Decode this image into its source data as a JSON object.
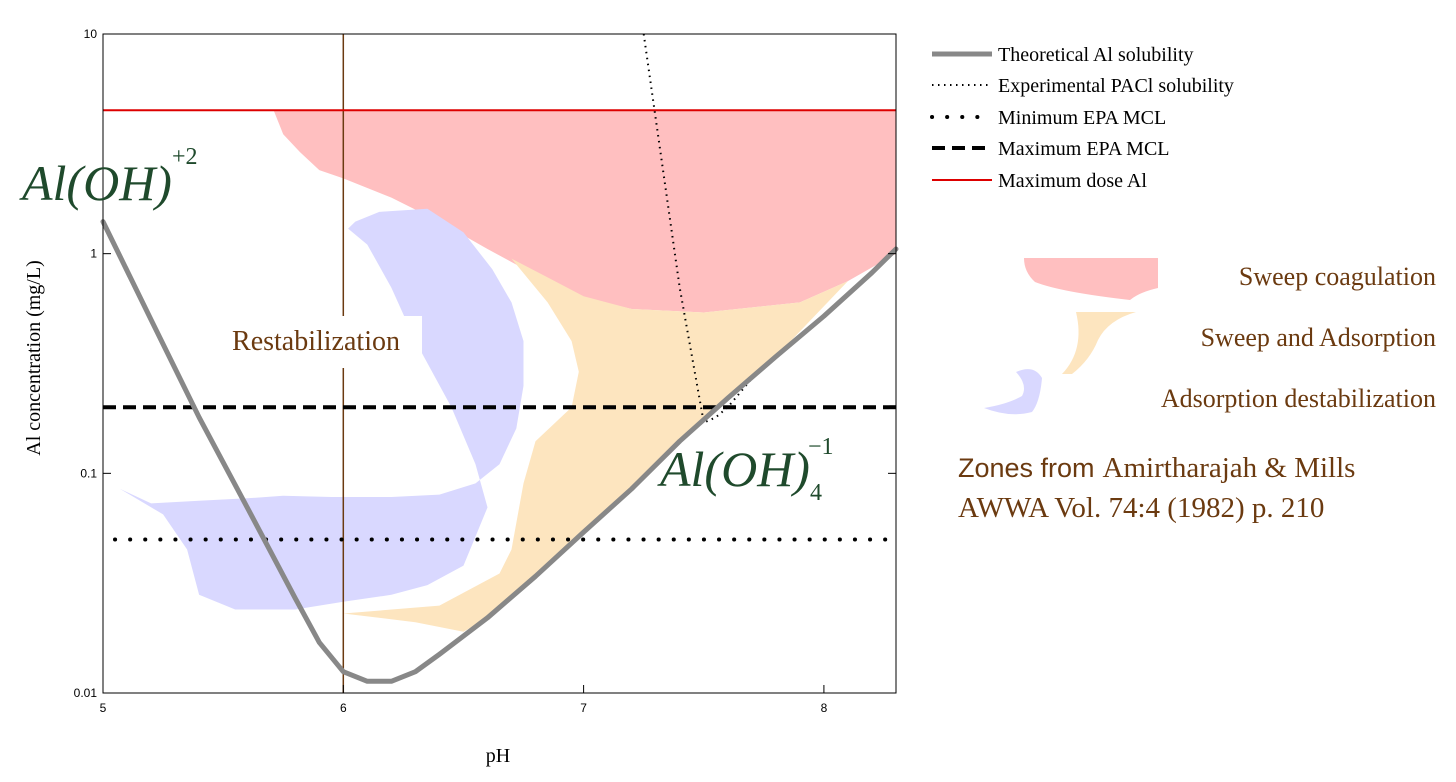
{
  "chart_data": {
    "type": "line",
    "xlabel": "pH",
    "ylabel": "Al concentration (mg/L)",
    "xlim": [
      5,
      8.3
    ],
    "ylim": [
      0.01,
      10
    ],
    "yscale": "log",
    "x_ticks": [
      "5",
      "6",
      "7",
      "8"
    ],
    "y_ticks": [
      "0.01",
      "0.1",
      "1",
      "10"
    ],
    "grid": false,
    "series": [
      {
        "name": "Theoretical Al solubility",
        "color": "#888888",
        "x": [
          5.0,
          5.2,
          5.4,
          5.6,
          5.8,
          5.9,
          6.0,
          6.1,
          6.2,
          6.3,
          6.4,
          6.6,
          6.8,
          7.0,
          7.2,
          7.4,
          7.6,
          7.8,
          8.0,
          8.2,
          8.3
        ],
        "y": [
          1.4,
          0.5,
          0.18,
          0.07,
          0.027,
          0.017,
          0.0125,
          0.0113,
          0.0113,
          0.0125,
          0.015,
          0.022,
          0.034,
          0.054,
          0.085,
          0.14,
          0.22,
          0.34,
          0.52,
          0.82,
          1.05
        ]
      },
      {
        "name": "Experimental PACl solubility",
        "color": "#000000",
        "x": [
          7.25,
          7.4,
          7.5,
          7.55,
          7.6,
          7.7,
          7.8,
          8.0,
          8.2,
          8.3
        ],
        "y": [
          10,
          0.7,
          0.17,
          0.18,
          0.2,
          0.27,
          0.34,
          0.52,
          0.82,
          1.05
        ]
      },
      {
        "name": "Minimum EPA MCL",
        "color": "#000000",
        "x": [
          5.05,
          8.3
        ],
        "y": [
          0.05,
          0.05
        ]
      },
      {
        "name": "Maximum EPA MCL",
        "color": "#000000",
        "x": [
          5.0,
          8.3
        ],
        "y": [
          0.2,
          0.2
        ]
      },
      {
        "name": "Maximum dose Al",
        "color": "#dd0000",
        "x": [
          5.0,
          8.3
        ],
        "y": [
          4.5,
          4.5
        ]
      }
    ],
    "vline": {
      "x": 6.0,
      "color": "#6b3a10"
    },
    "regions": [
      {
        "name": "Sweep coagulation",
        "color": "#ffbfc0",
        "points": [
          [
            5.71,
            4.5
          ],
          [
            8.3,
            4.5
          ],
          [
            8.3,
            1.0
          ],
          [
            8.1,
            0.75
          ],
          [
            7.9,
            0.6
          ],
          [
            7.5,
            0.54
          ],
          [
            7.2,
            0.56
          ],
          [
            7.0,
            0.63
          ],
          [
            6.8,
            0.8
          ],
          [
            6.6,
            1.05
          ],
          [
            6.4,
            1.4
          ],
          [
            6.2,
            1.8
          ],
          [
            6.0,
            2.2
          ],
          [
            5.9,
            2.4
          ],
          [
            5.82,
            2.9
          ],
          [
            5.75,
            3.5
          ]
        ]
      },
      {
        "name": "Sweep and Adsorption",
        "color": "#fde5bf",
        "points": [
          [
            6.7,
            0.95
          ],
          [
            6.85,
            0.78
          ],
          [
            7.0,
            0.64
          ],
          [
            7.2,
            0.56
          ],
          [
            7.5,
            0.54
          ],
          [
            7.9,
            0.6
          ],
          [
            8.1,
            0.75
          ],
          [
            7.8,
            0.34
          ],
          [
            7.6,
            0.22
          ],
          [
            7.4,
            0.14
          ],
          [
            7.2,
            0.085
          ],
          [
            7.0,
            0.054
          ],
          [
            6.8,
            0.034
          ],
          [
            6.6,
            0.022
          ],
          [
            6.5,
            0.019
          ],
          [
            6.3,
            0.021
          ],
          [
            6.0,
            0.023
          ],
          [
            6.4,
            0.025
          ],
          [
            6.65,
            0.035
          ],
          [
            6.7,
            0.045
          ],
          [
            6.75,
            0.09
          ],
          [
            6.8,
            0.14
          ],
          [
            6.95,
            0.2
          ],
          [
            6.98,
            0.29
          ],
          [
            6.95,
            0.4
          ],
          [
            6.85,
            0.6
          ]
        ]
      },
      {
        "name": "Adsorption destabilization",
        "color": "#d9d8ff",
        "points": [
          [
            6.05,
            1.4
          ],
          [
            6.15,
            1.55
          ],
          [
            6.35,
            1.6
          ],
          [
            6.5,
            1.25
          ],
          [
            6.62,
            0.85
          ],
          [
            6.7,
            0.6
          ],
          [
            6.75,
            0.4
          ],
          [
            6.75,
            0.25
          ],
          [
            6.72,
            0.16
          ],
          [
            6.65,
            0.11
          ],
          [
            6.55,
            0.09
          ],
          [
            6.4,
            0.08
          ],
          [
            6.2,
            0.078
          ],
          [
            5.95,
            0.078
          ],
          [
            5.75,
            0.079
          ],
          [
            5.6,
            0.077
          ],
          [
            5.4,
            0.075
          ],
          [
            5.2,
            0.073
          ],
          [
            5.07,
            0.085
          ],
          [
            5.25,
            0.065
          ],
          [
            5.35,
            0.045
          ],
          [
            5.4,
            0.028
          ],
          [
            5.55,
            0.024
          ],
          [
            5.8,
            0.024
          ],
          [
            6.0,
            0.026
          ],
          [
            6.2,
            0.028
          ],
          [
            6.35,
            0.031
          ],
          [
            6.5,
            0.038
          ],
          [
            6.6,
            0.07
          ],
          [
            6.55,
            0.11
          ],
          [
            6.45,
            0.2
          ],
          [
            6.3,
            0.4
          ],
          [
            6.2,
            0.7
          ],
          [
            6.1,
            1.1
          ],
          [
            6.02,
            1.3
          ]
        ]
      }
    ]
  },
  "labels": {
    "al_oh_2": "Al(OH)",
    "al_oh_2_sup": "+2",
    "al_oh_4": "Al(OH)",
    "al_oh_4_sub": "4",
    "al_oh_4_sup": "−1",
    "restabilization": "Restabilization"
  },
  "zone_legend": [
    {
      "label": "Sweep coagulation",
      "color": "#ffbfc0"
    },
    {
      "label": "Sweep and Adsorption",
      "color": "#fde5bf"
    },
    {
      "label": "Adsorption destabilization",
      "color": "#d9d8ff"
    }
  ],
  "source": {
    "line1_a": "Zones from",
    "line1_b": "Amirtharajah & Mills",
    "line2": "AWWA Vol. 74:4 (1982) p. 210"
  },
  "colors": {
    "species_green": "#1f4a2c",
    "zone_text_brown": "#6b3a10"
  }
}
